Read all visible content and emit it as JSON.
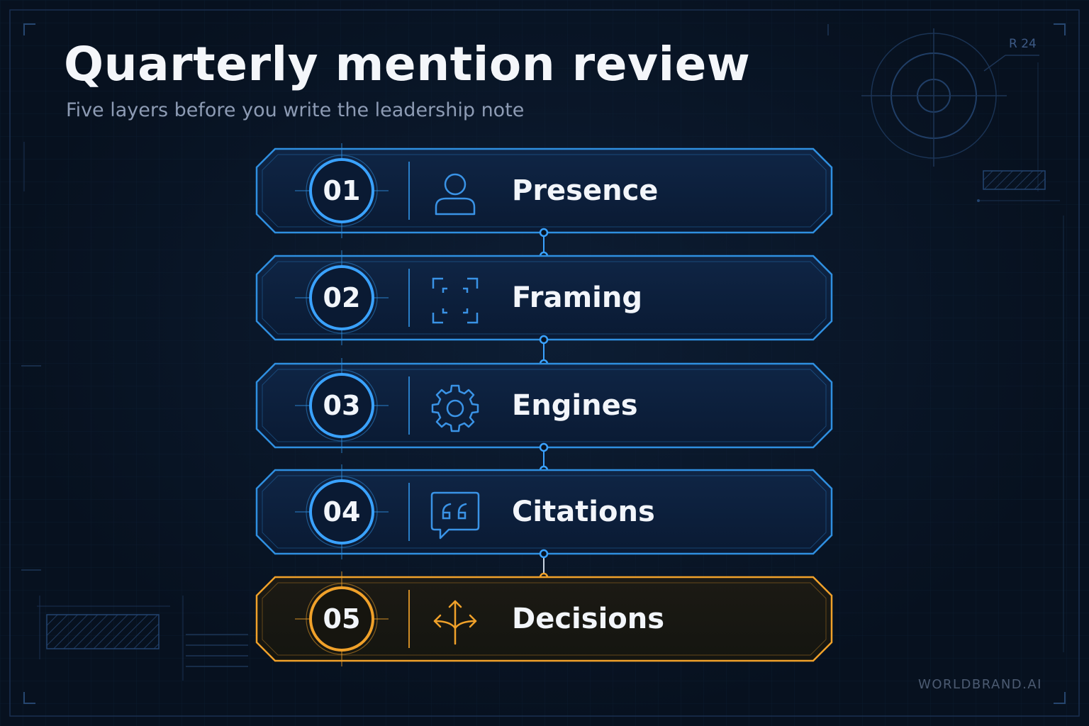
{
  "header": {
    "title": "Quarterly mention review",
    "subtitle": "Five layers before you write the leadership note"
  },
  "layers": [
    {
      "number": "01",
      "label": "Presence",
      "icon": "person-icon"
    },
    {
      "number": "02",
      "label": "Framing",
      "icon": "frame-corners-icon"
    },
    {
      "number": "03",
      "label": "Engines",
      "icon": "gear-icon"
    },
    {
      "number": "04",
      "label": "Citations",
      "icon": "quote-bubble-icon"
    },
    {
      "number": "05",
      "label": "Decisions",
      "icon": "branching-arrows-icon"
    }
  ],
  "decoration": {
    "radius_label": "R 24"
  },
  "footer": {
    "brand": "WORLDBRAND.AI"
  },
  "colors": {
    "background": "#07111f",
    "accent_blue": "#2f8fe0",
    "accent_blue_bright": "#3aa2ff",
    "highlight_orange": "#f0a12a",
    "title_text": "#f4f6fa",
    "subtitle_text": "#8d9bb4"
  }
}
